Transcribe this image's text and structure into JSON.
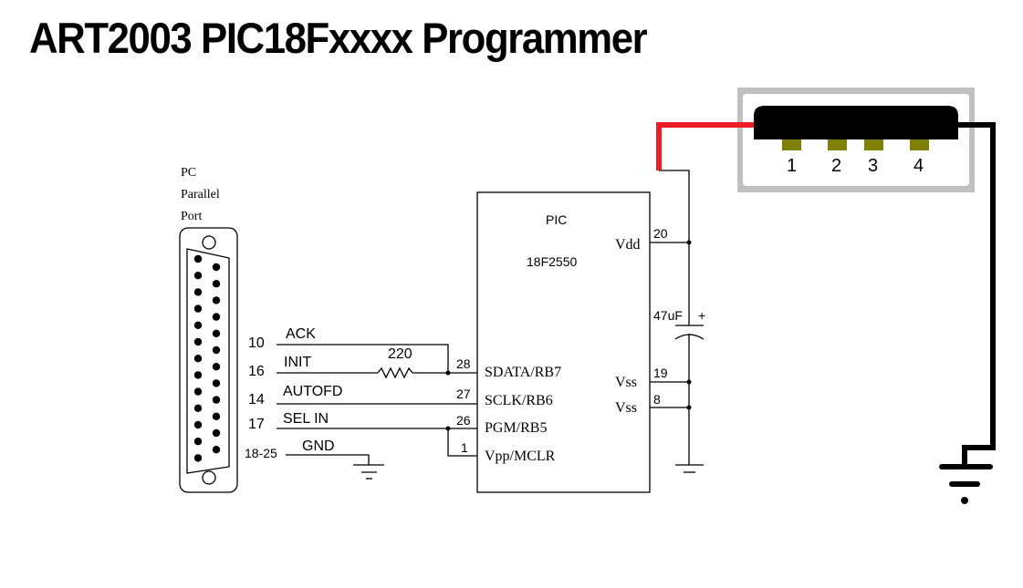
{
  "title": "ART2003 PIC18Fxxxx Programmer",
  "parallel_port": {
    "label_lines": [
      "PC",
      "Parallel",
      "Port"
    ],
    "connector": "DB-25"
  },
  "signals": [
    {
      "pin": "10",
      "name": "ACK",
      "pic_pin": "28"
    },
    {
      "pin": "16",
      "name": "INIT",
      "pic_pin": "28",
      "via": "resistor"
    },
    {
      "pin": "14",
      "name": "AUTOFD",
      "pic_pin": "27"
    },
    {
      "pin": "17",
      "name": "SEL IN",
      "pic_pin": "26"
    },
    {
      "pin": "18-25",
      "name": "GND",
      "pic_pin": ""
    }
  ],
  "resistor": {
    "value": "220"
  },
  "pic": {
    "name": "PIC",
    "part": "18F2550",
    "left_pins": [
      {
        "num": "28",
        "label": "SDATA/RB7"
      },
      {
        "num": "27",
        "label": "SCLK/RB6"
      },
      {
        "num": "26",
        "label": "PGM/RB5"
      },
      {
        "num": "1",
        "label": "Vpp/MCLR"
      }
    ],
    "right_pins": [
      {
        "num": "20",
        "label": "Vdd"
      },
      {
        "num": "19",
        "label": "Vss"
      },
      {
        "num": "8",
        "label": "Vss"
      }
    ]
  },
  "capacitor": {
    "value": "47uF",
    "polarity": "+"
  },
  "usb": {
    "pins": [
      "1",
      "2",
      "3",
      "4"
    ],
    "colors": {
      "vcc_wire": "#ed1c24",
      "gnd_wire": "#000000",
      "contact": "#808000",
      "frame": "#c0c0c0"
    }
  }
}
